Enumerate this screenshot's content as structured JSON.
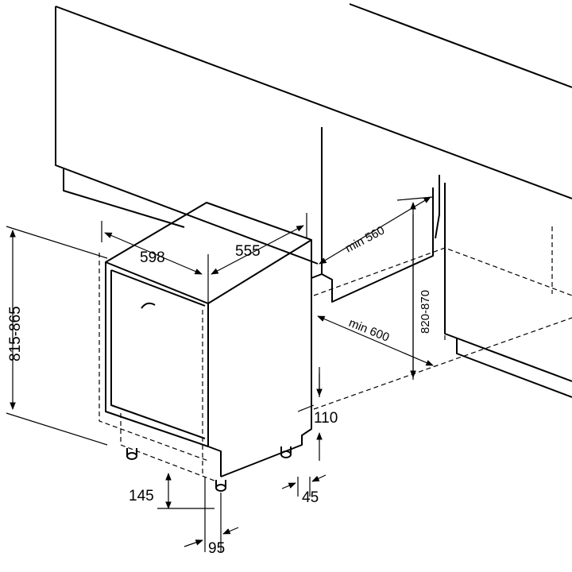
{
  "dimensions": {
    "width": "598",
    "depth": "555",
    "niche_min_depth": "min 560",
    "niche_height": "820-870",
    "niche_min_width": "min 600",
    "appliance_height": "815-865",
    "plinth_height": "110",
    "door_bottom": "145",
    "foot_offset": "45",
    "door_offset": "95"
  }
}
